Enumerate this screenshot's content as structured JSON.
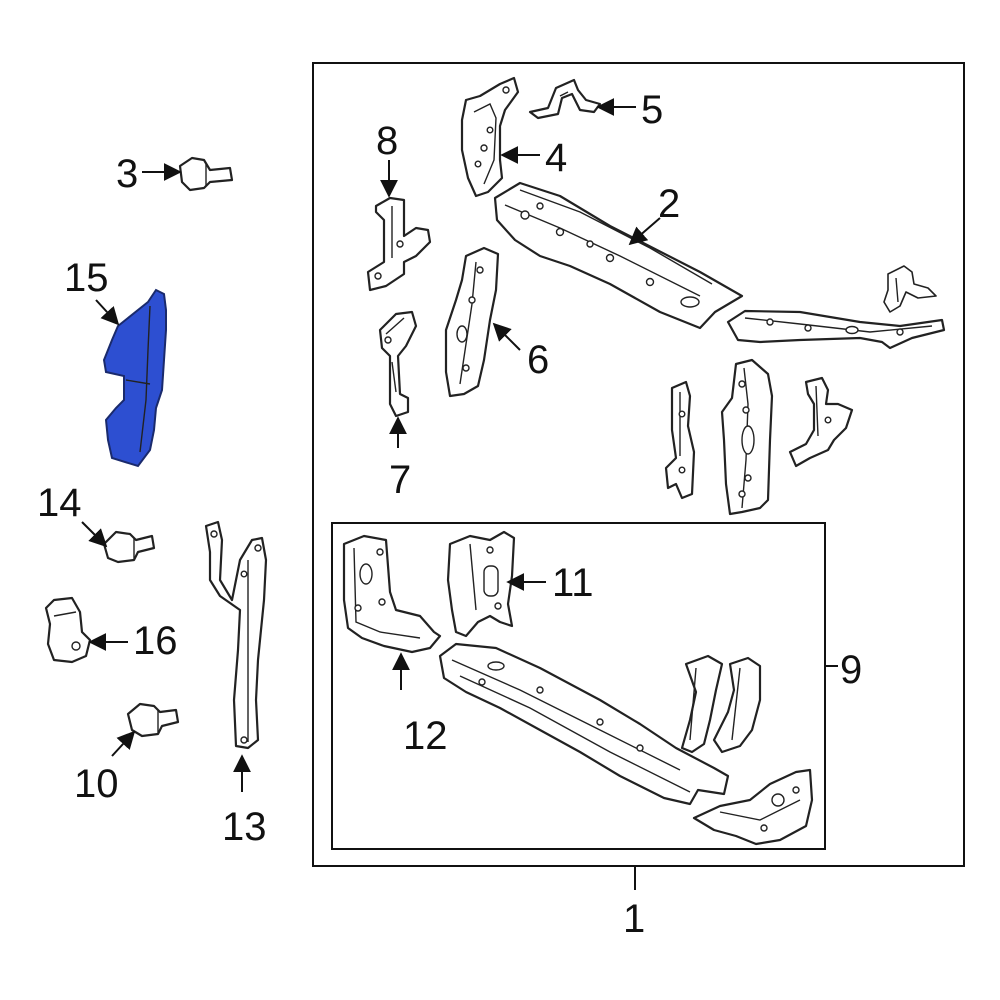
{
  "colors": {
    "highlight": "#2d4fd1",
    "line": "#222222",
    "background": "#ffffff"
  },
  "callouts": {
    "c1": "1",
    "c2": "2",
    "c3": "3",
    "c4": "4",
    "c5": "5",
    "c6": "6",
    "c7": "7",
    "c8": "8",
    "c9": "9",
    "c10": "10",
    "c11": "11",
    "c12": "12",
    "c13": "13",
    "c14": "14",
    "c15": "15",
    "c16": "16"
  }
}
